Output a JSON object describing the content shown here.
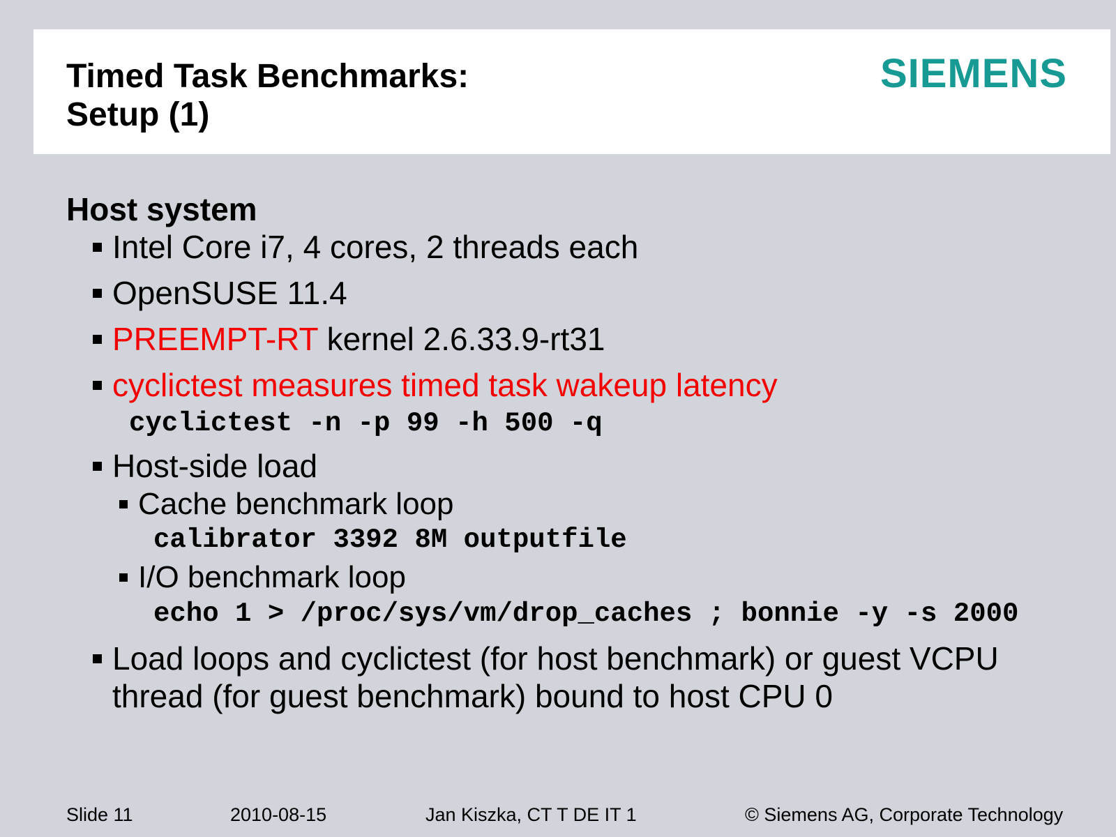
{
  "header": {
    "title_line1": "Timed Task Benchmarks:",
    "title_line2": "Setup (1)",
    "brand": "SIEMENS"
  },
  "content": {
    "heading": "Host system",
    "items": [
      {
        "text": "Intel Core i7, 4 cores, 2 threads each"
      },
      {
        "text": "OpenSUSE 11.4"
      },
      {
        "red_text": "PREEMPT-RT",
        "black_text": " kernel 2.6.33.9-rt31"
      },
      {
        "text": "cyclictest measures timed task wakeup latency"
      },
      {
        "code": "cyclictest -n -p 99 -h 500 -q"
      },
      {
        "text": "Host-side load"
      },
      {
        "text": "Cache benchmark loop"
      },
      {
        "code": "calibrator 3392 8M outputfile"
      },
      {
        "text": "I/O benchmark loop"
      },
      {
        "code": "echo 1 > /proc/sys/vm/drop_caches ; bonnie -y -s 2000"
      },
      {
        "line1": "Load loops and cyclictest (for host benchmark) or guest VCPU",
        "line2": "thread (for guest benchmark) bound to host CPU 0"
      }
    ]
  },
  "footer": {
    "slide_label": "Slide 11",
    "date": "2010-08-15",
    "author": "Jan Kiszka, CT T DE IT 1",
    "copyright": "© Siemens AG, Corporate Technology"
  },
  "colors": {
    "background": "#d1d4da",
    "header_band": "#ffffff",
    "accent_red": "#f40000",
    "brand_teal": "#169a93",
    "text": "#000000"
  }
}
